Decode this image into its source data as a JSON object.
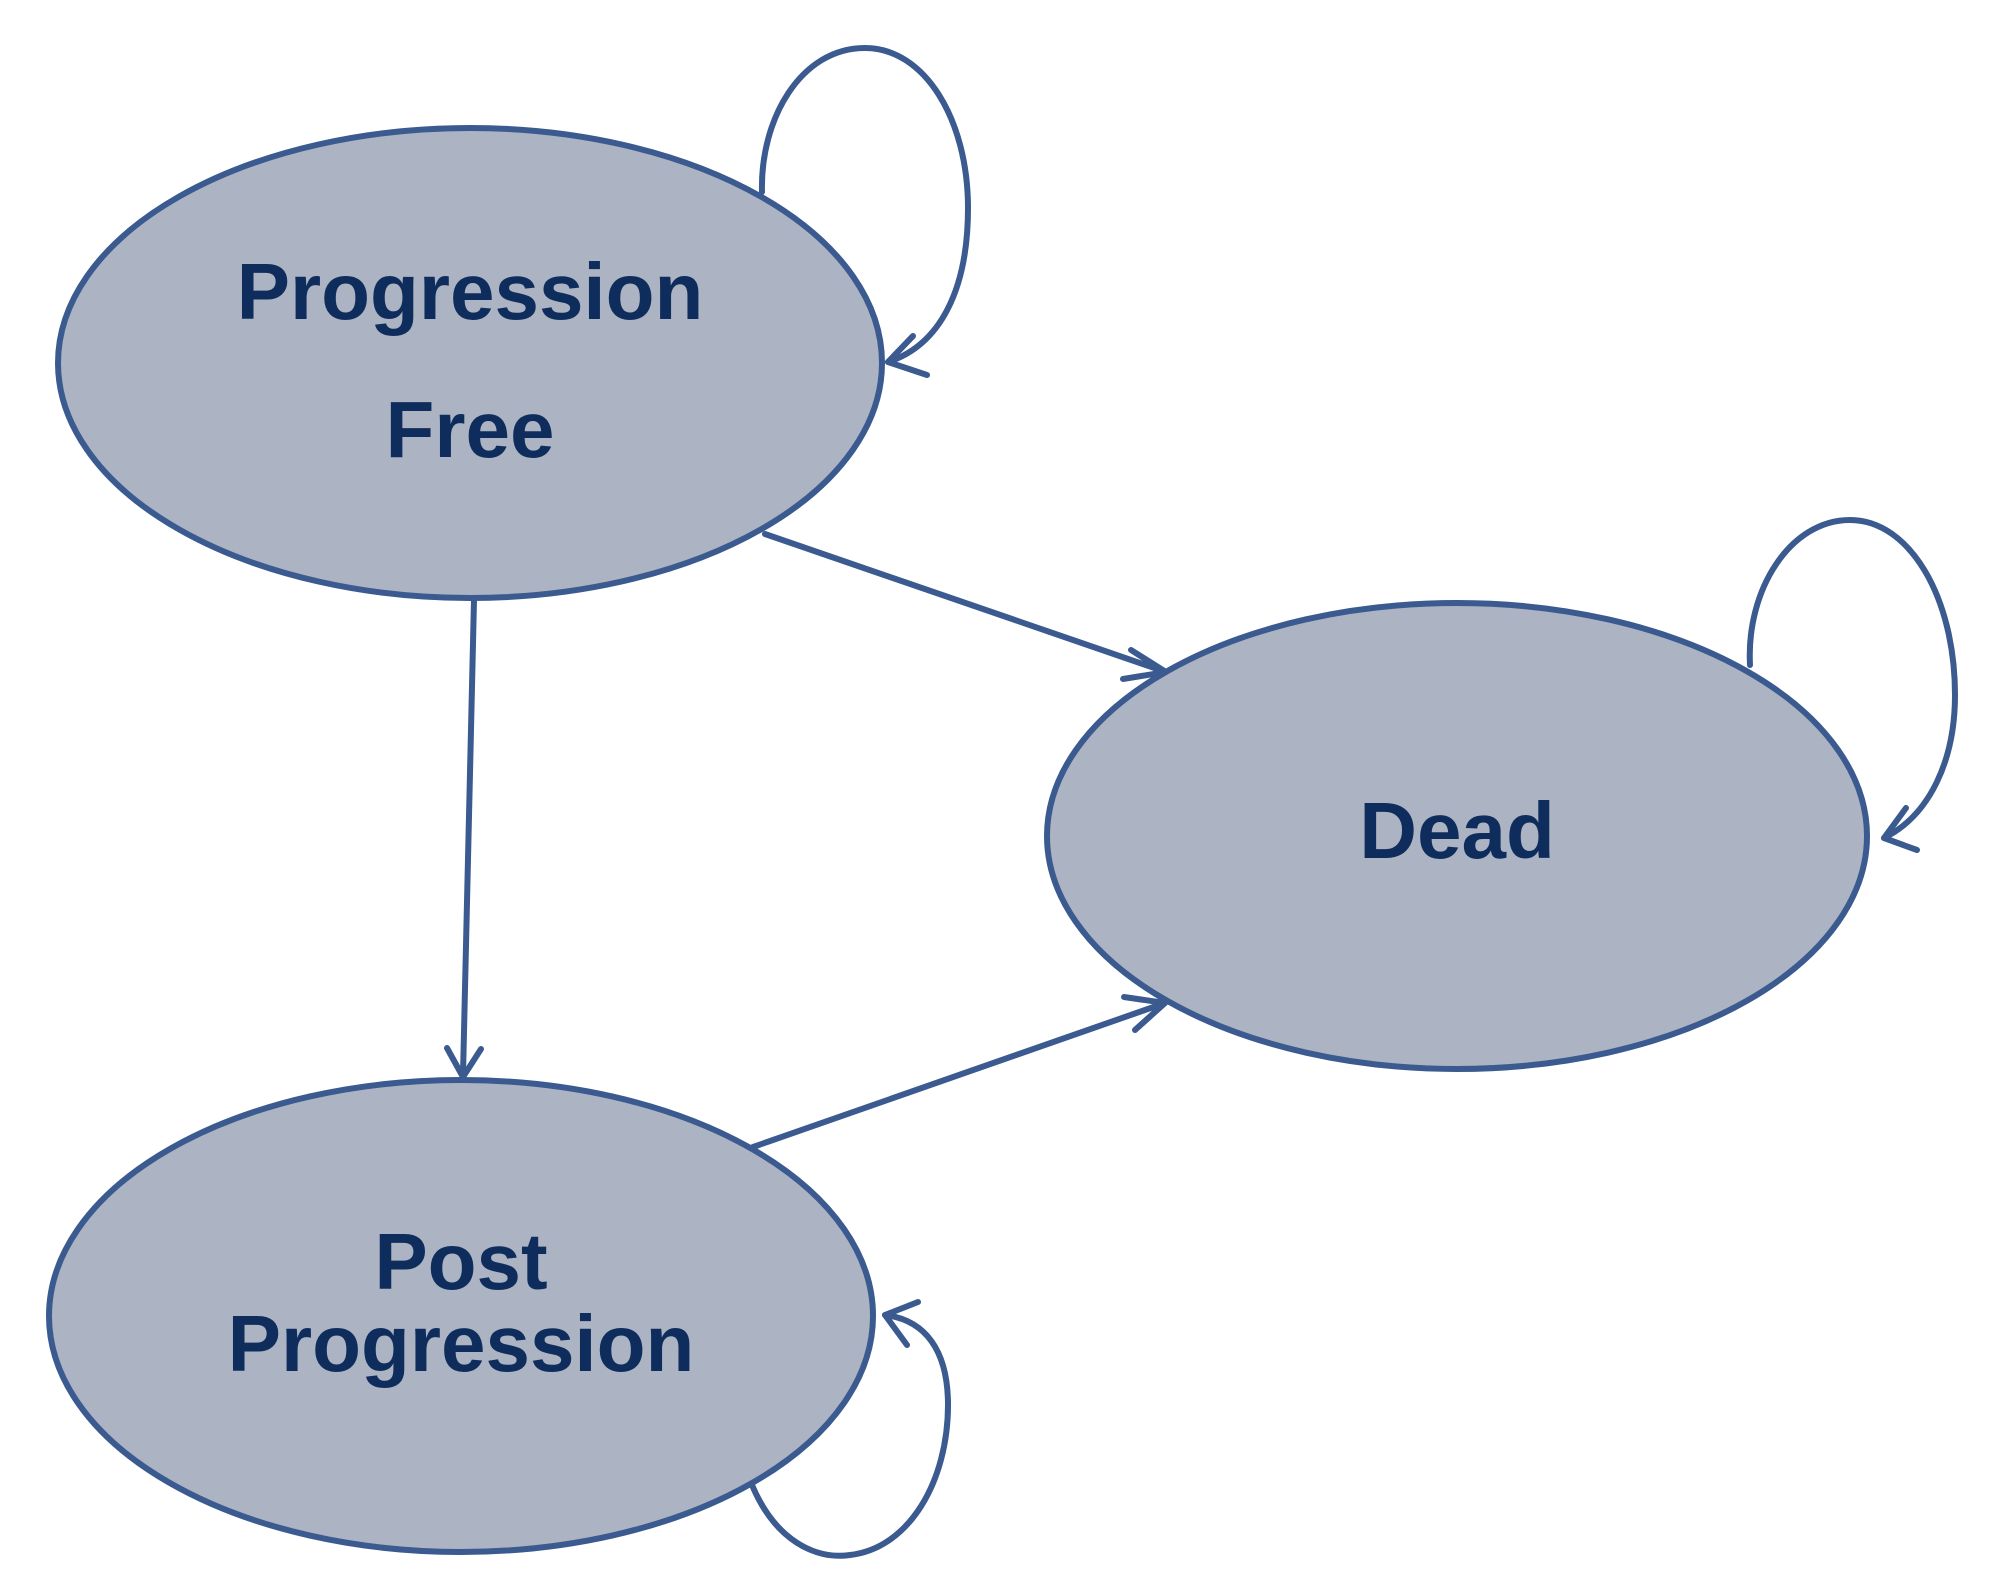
{
  "colors": {
    "state_fill": "#acb3c2",
    "outline": "#3b5a8f",
    "label_text": "#0f2d5c",
    "background": "#ffffff"
  },
  "states": {
    "progression_free": {
      "line1": "Progression",
      "line2": "Free"
    },
    "dead": {
      "label": "Dead"
    },
    "post_progression": {
      "line1": "Post",
      "line2": "Progression"
    }
  },
  "transitions": [
    {
      "from": "Progression Free",
      "to": "Progression Free"
    },
    {
      "from": "Progression Free",
      "to": "Dead"
    },
    {
      "from": "Progression Free",
      "to": "Post Progression"
    },
    {
      "from": "Post Progression",
      "to": "Dead"
    },
    {
      "from": "Post Progression",
      "to": "Post Progression"
    },
    {
      "from": "Dead",
      "to": "Dead"
    }
  ]
}
